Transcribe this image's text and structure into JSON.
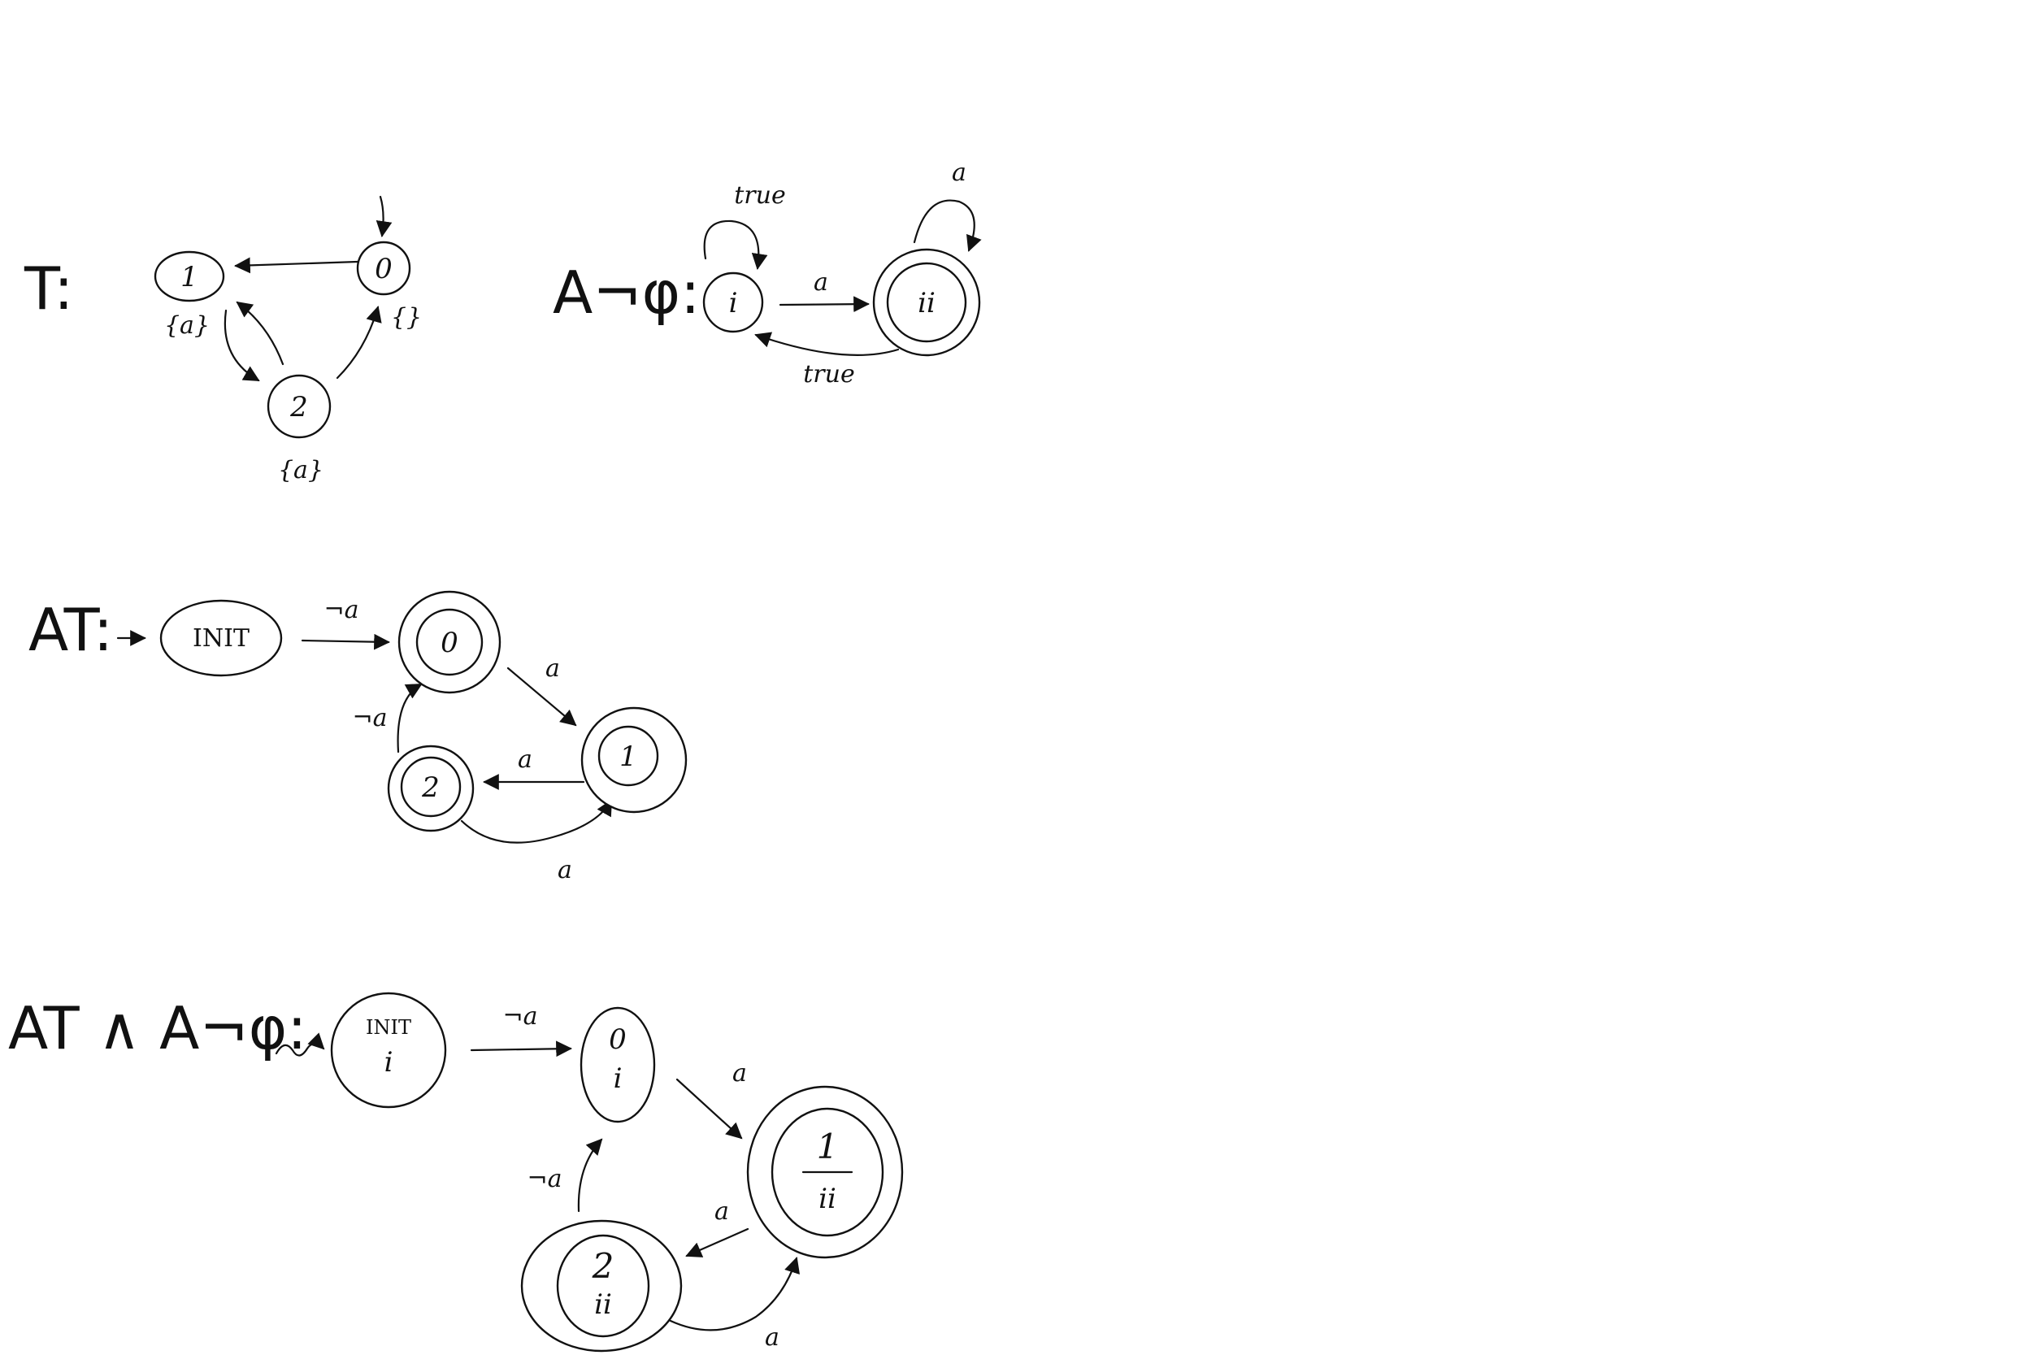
{
  "diagrams": {
    "T": {
      "title": "T:",
      "nodes": [
        {
          "id": "s0",
          "text": "0",
          "props": "{}"
        },
        {
          "id": "s1",
          "text": "1",
          "props": "{a}"
        },
        {
          "id": "s2",
          "text": "2",
          "props": "{a}"
        }
      ]
    },
    "A_not_phi": {
      "title": "A¬φ:",
      "nodes": [
        {
          "id": "i",
          "text": "i"
        },
        {
          "id": "ii",
          "text": "ii"
        }
      ],
      "edge_labels": {
        "i_self": "true",
        "i_ii": "a",
        "ii_self": "a",
        "ii_i": "true"
      }
    },
    "A_T": {
      "title": "AT:",
      "nodes": [
        {
          "id": "init",
          "text": "INIT"
        },
        {
          "id": "q0",
          "text": "0"
        },
        {
          "id": "q1",
          "text": "1"
        },
        {
          "id": "q2",
          "text": "2"
        }
      ],
      "edge_labels": {
        "init_0": "¬a",
        "0_1": "a",
        "1_2": "a",
        "2_1": "a",
        "2_0": "¬a"
      }
    },
    "product": {
      "title": "AT ∧ A¬φ:",
      "nodes": [
        {
          "id": "pinit",
          "text": "INIT",
          "sub": "i"
        },
        {
          "id": "p0",
          "text": "0",
          "sub": "i"
        },
        {
          "id": "p1",
          "text": "1",
          "sub": "ii"
        },
        {
          "id": "p2",
          "text": "2",
          "sub": "ii"
        }
      ],
      "edge_labels": {
        "init_0": "¬a",
        "0_1": "a",
        "1_2": "a",
        "2_1": "a",
        "2_0": "¬a"
      }
    }
  },
  "colors": {
    "ink": "#111111",
    "background": "#ffffff"
  }
}
